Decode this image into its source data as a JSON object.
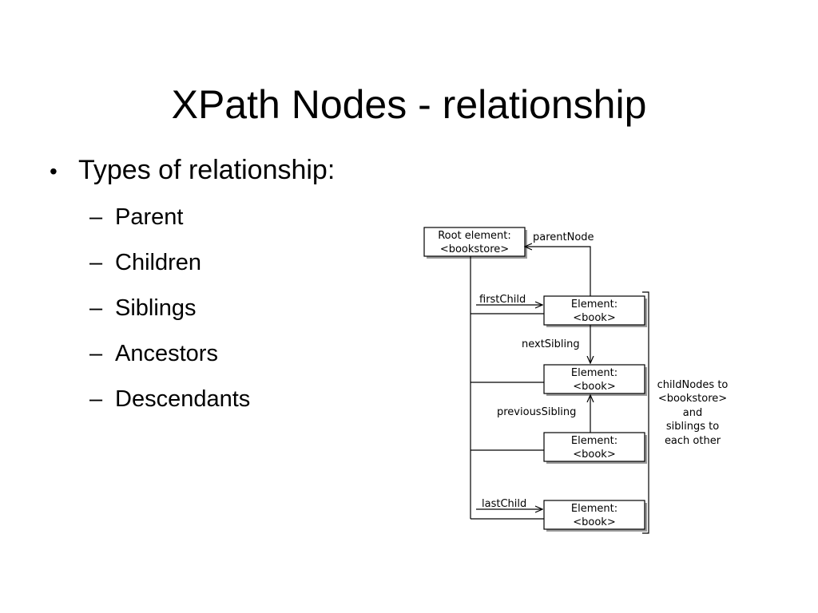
{
  "slide": {
    "title": "XPath Nodes - relationship",
    "bullet": "Types of relationship:",
    "bullet_marker": "•",
    "sub_items": [
      {
        "dash": "–",
        "label": "Parent"
      },
      {
        "dash": "–",
        "label": "Children"
      },
      {
        "dash": "–",
        "label": "Siblings"
      },
      {
        "dash": "–",
        "label": "Ancestors"
      },
      {
        "dash": "–",
        "label": "Descendants"
      }
    ]
  },
  "diagram": {
    "root": {
      "line1": "Root element:",
      "line2": "<bookstore>"
    },
    "elements": [
      {
        "line1": "Element:",
        "line2": "<book>"
      },
      {
        "line1": "Element:",
        "line2": "<book>"
      },
      {
        "line1": "Element:",
        "line2": "<book>"
      },
      {
        "line1": "Element:",
        "line2": "<book>"
      }
    ],
    "labels": {
      "parent_node": "parentNode",
      "first_child": "firstChild",
      "next_sibling": "nextSibling",
      "previous_sibling": "previousSibling",
      "last_child": "lastChild"
    },
    "bracket_note": [
      "childNodes to",
      "<bookstore>",
      "and",
      "siblings to",
      "each other"
    ]
  }
}
